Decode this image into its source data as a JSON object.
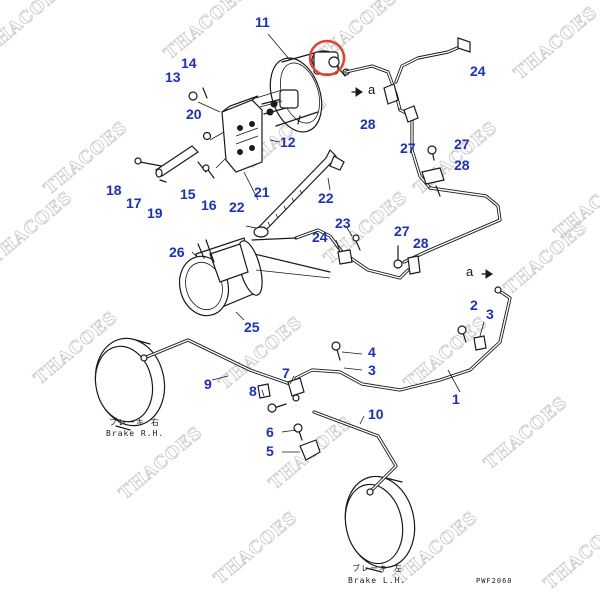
{
  "watermark": "THACOES",
  "drawing_no": "PWF2060",
  "captions": {
    "brake_rh_jp": "ブレーキ 右",
    "brake_rh_en": "Brake R.H.",
    "brake_lh_jp": "ブレーキ 左",
    "brake_lh_en": "Brake L.H."
  },
  "connection_ref": "a",
  "highlight_color": "#e8402a",
  "callout_color": "#1a2fc9",
  "callouts": [
    "11",
    "14",
    "13",
    "20",
    "12",
    "18",
    "17",
    "19",
    "15",
    "16",
    "22",
    "21",
    "23",
    "24",
    "26",
    "25",
    "27",
    "28",
    "2",
    "3",
    "4",
    "7",
    "8",
    "9",
    "1",
    "10",
    "6",
    "5"
  ]
}
